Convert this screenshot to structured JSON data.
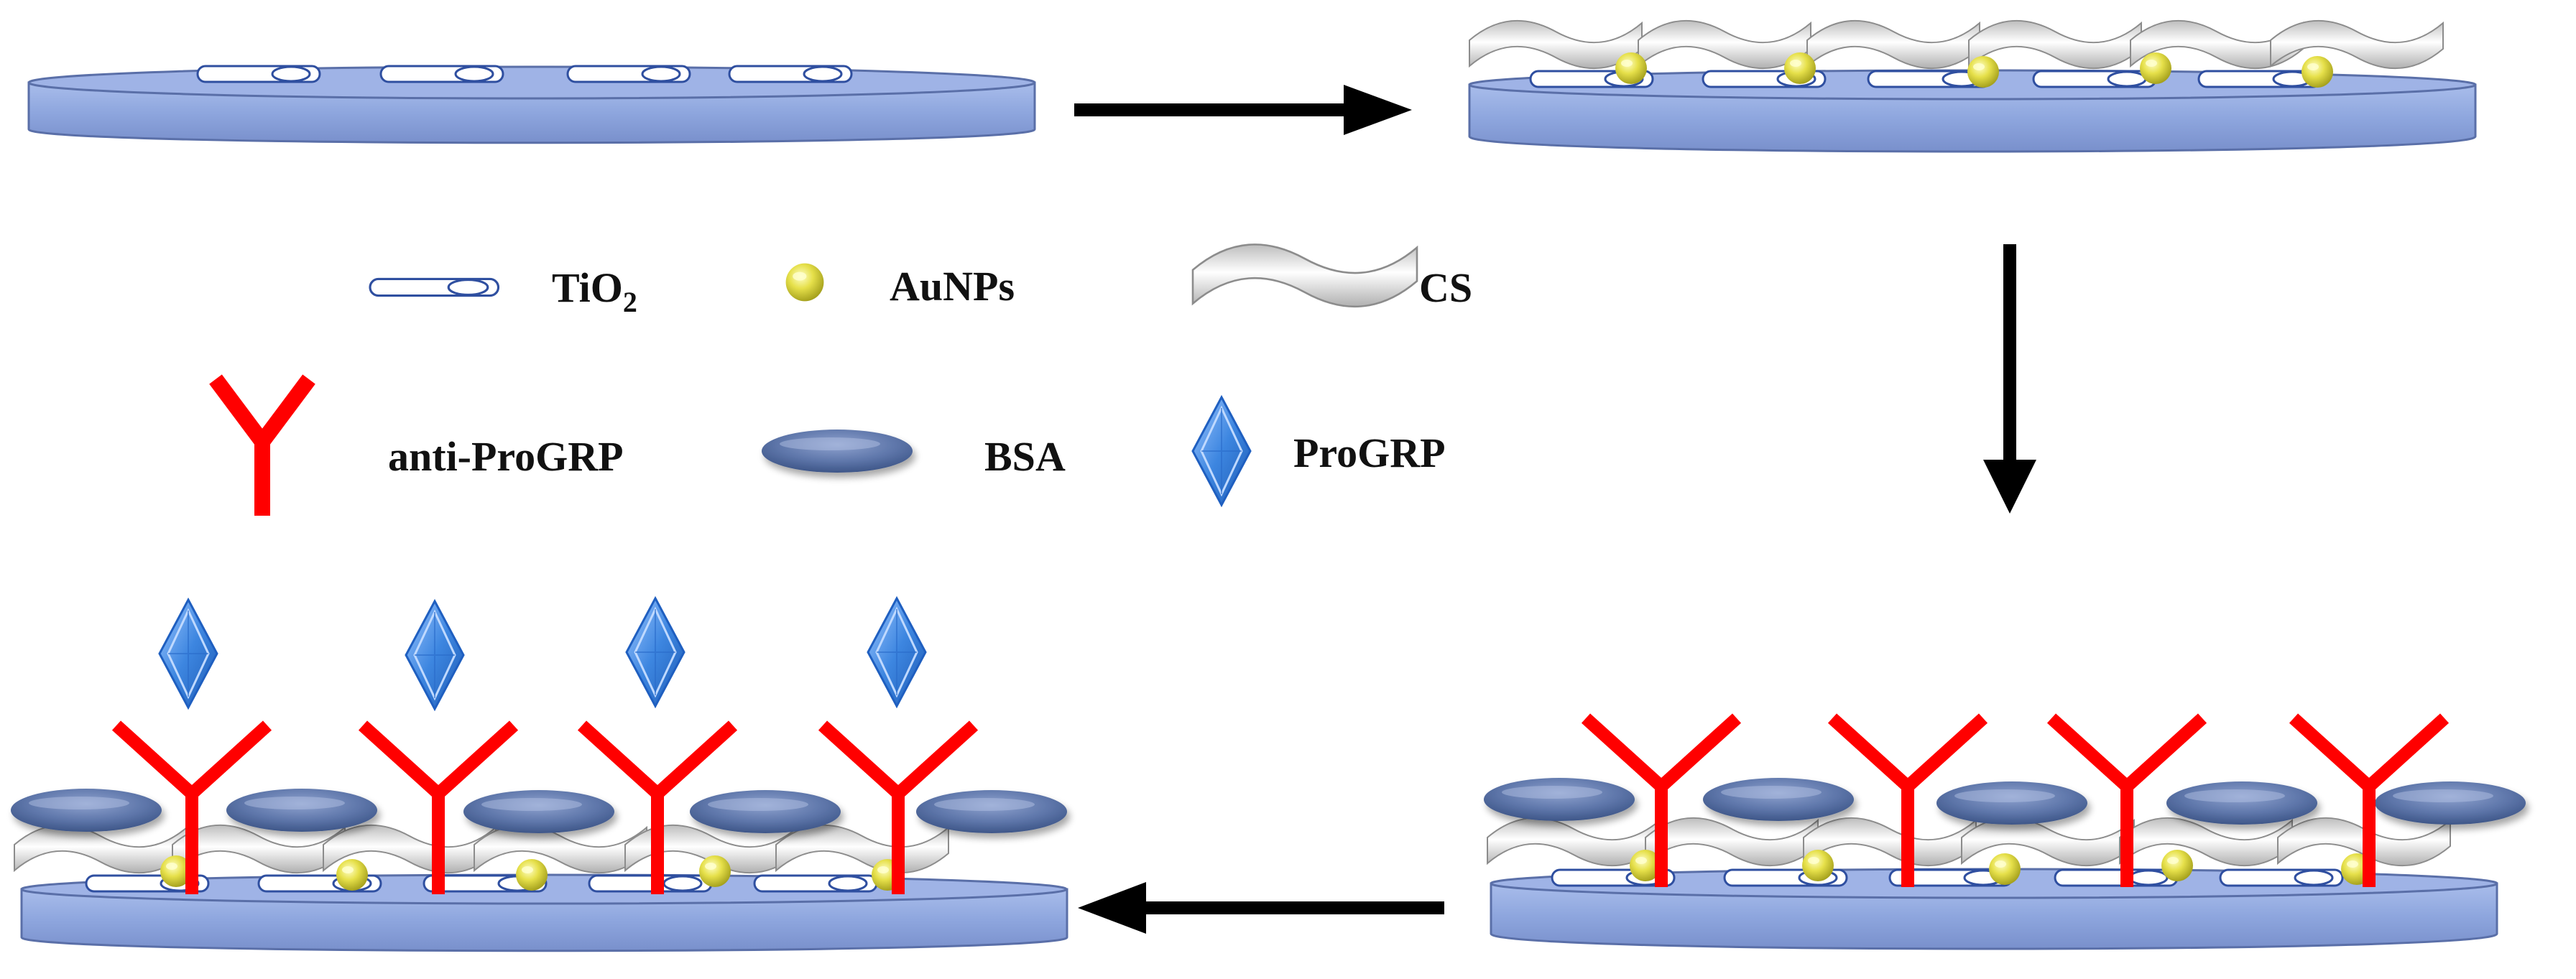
{
  "legend": {
    "tio2": {
      "label_main": "TiO",
      "label_sub": "2"
    },
    "aunps": {
      "label": "AuNPs"
    },
    "cs": {
      "label": "CS"
    },
    "anti_progrp": {
      "label": "anti-ProGRP"
    },
    "bsa": {
      "label": "BSA"
    },
    "progrp": {
      "label": "ProGRP"
    }
  },
  "colors": {
    "electrode_fill": "#8FA8E0",
    "electrode_stroke": "#4A5F9E",
    "tio2_fill": "#FFFFFF",
    "tio2_stroke": "#2F4FA0",
    "aunps": "#D8D23A",
    "cs_fill": "#D9D9D9",
    "cs_stroke": "#9A9A9A",
    "antibody": "#FF0000",
    "bsa": "#5B74A8",
    "progrp": "#3A7FD9",
    "arrow": "#000000"
  },
  "icons": [
    "tio2-rod-icon",
    "gold-nanoparticle-icon",
    "chitosan-icon",
    "antibody-icon",
    "bsa-icon",
    "progrp-antigen-icon",
    "arrow-right-icon",
    "arrow-down-icon",
    "arrow-left-icon"
  ]
}
